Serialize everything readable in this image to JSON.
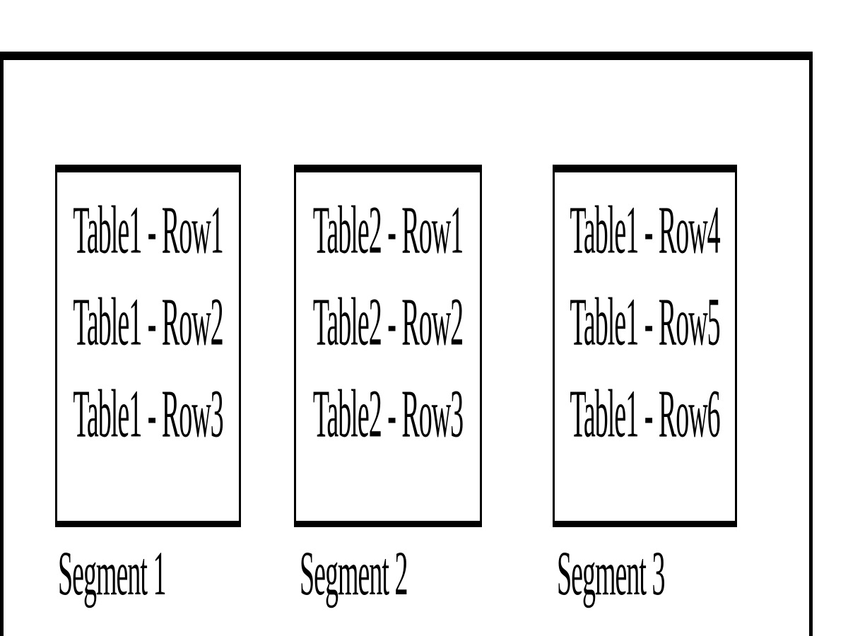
{
  "diagram": {
    "title": "table-segmentation-diagram",
    "colors": {
      "border": "#000000",
      "background": "#ffffff",
      "text": "#000000"
    },
    "segments": [
      {
        "label": "Segment 1",
        "rows": [
          "Table1 - Row1",
          "Table1 - Row2",
          "Table1 - Row3"
        ]
      },
      {
        "label": "Segment 2",
        "rows": [
          "Table2 - Row1",
          "Table2 - Row2",
          "Table2 - Row3"
        ]
      },
      {
        "label": "Segment 3",
        "rows": [
          "Table1 - Row4",
          "Table1 - Row5",
          "Table1 - Row6"
        ]
      }
    ]
  }
}
